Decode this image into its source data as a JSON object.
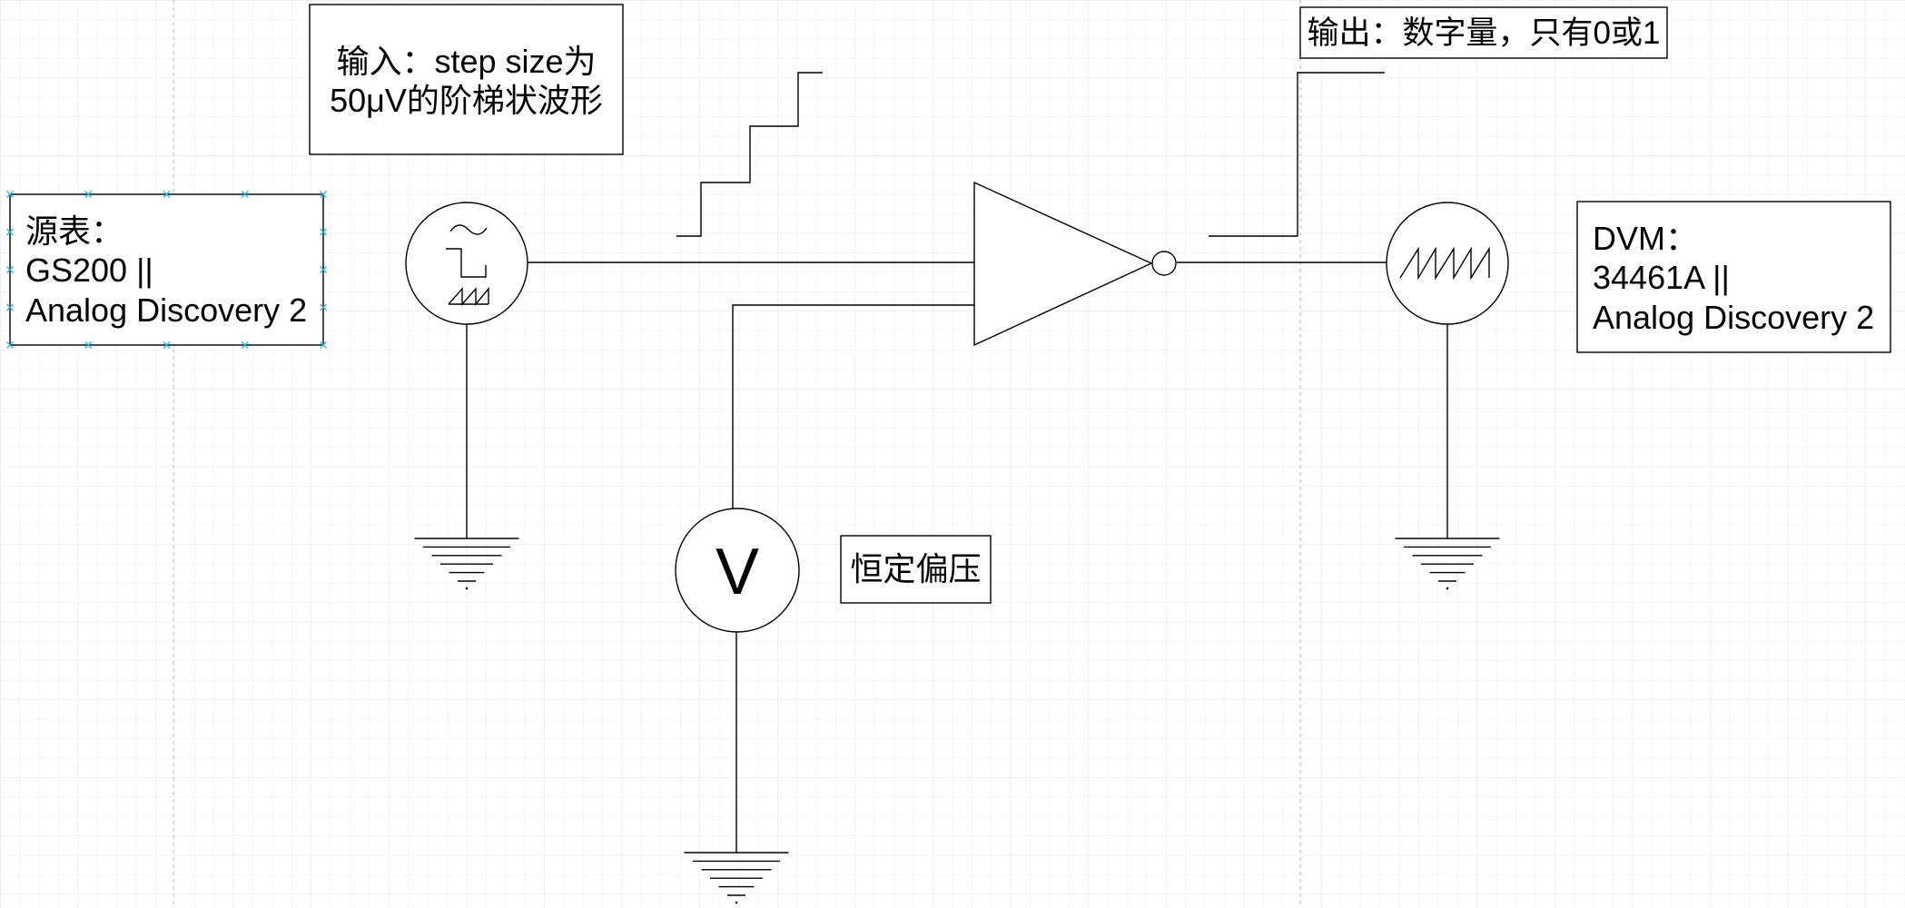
{
  "diagram": {
    "grid_visible": true,
    "page_breaks_visible": true
  },
  "colors": {
    "line": "#000000",
    "shape_fill": "#ffffff",
    "grid_minor": "#ebebeb",
    "grid_major": "#e2e2e2",
    "page_break": "#c6c6c6",
    "connection_point": "#29b6f2"
  },
  "source_box": {
    "lines": [
      "源表：",
      "GS200 ||",
      "Analog Discovery 2"
    ]
  },
  "input_box": {
    "lines": [
      "输入：step size为",
      "50μV的阶梯状波形"
    ]
  },
  "output_box": {
    "text": "输出：数字量，只有0或1"
  },
  "bias_box": {
    "text": "恒定偏压"
  },
  "voltmeter": {
    "symbol": "V"
  },
  "dvm_box": {
    "lines": [
      "DVM：",
      "34461A ||",
      "Analog Discovery 2"
    ]
  },
  "icons": {
    "signal_source": "signal-source-icon",
    "comparator": "comparator-icon",
    "voltmeter": "voltmeter-icon",
    "dvm": "sawtooth-meter-icon",
    "ground": "ground-icon",
    "input_waveform": "staircase-waveform-icon",
    "output_waveform": "digital-step-waveform-icon"
  }
}
